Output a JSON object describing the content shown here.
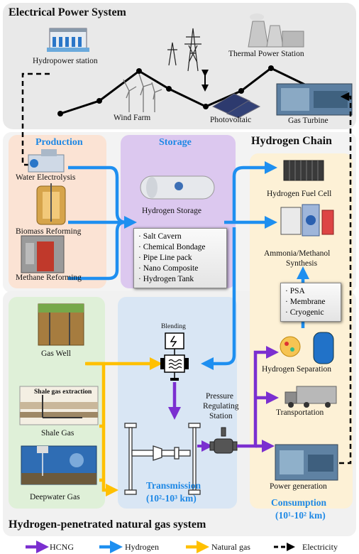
{
  "titles": {
    "power_system": "Electrical Power System",
    "hydrogen_chain": "Hydrogen Chain",
    "hpng_system": "Hydrogen-penetrated natural gas system"
  },
  "sections": {
    "production": "Production",
    "storage": "Storage",
    "transmission": "Transmission",
    "transmission_range": "(10²-10³ km)",
    "consumption": "Consumption",
    "consumption_range": "(10¹-10² km)"
  },
  "power_nodes": {
    "hydropower": "Hydropower station",
    "thermal": "Thermal Power Station",
    "wind": "Wind Farm",
    "photovoltaic": "Photovoltaic",
    "gas_turbine": "Gas Turbine"
  },
  "production": {
    "electrolysis": "Water Electrolysis",
    "biomass": "Biomass Reforming",
    "methane": "Methane Reforming"
  },
  "storage": {
    "label": "Hydrogen Storage",
    "methods": [
      "· Salt Cavern",
      "· Chemical Bondage",
      "· Pipe Line pack",
      "· Nano Composite",
      "· Hydrogen Tank"
    ]
  },
  "consumption": {
    "fuel_cell": "Hydrogen Fuel Cell",
    "ammonia_1": "Ammonia/Methanol",
    "ammonia_2": "Synthesis",
    "separation_methods": [
      "· PSA",
      "· Membrane",
      "· Cryogenic"
    ],
    "separation": "Hydrogen Separation",
    "transportation": "Transportation",
    "power_generation": "Power generation"
  },
  "gas_sources": {
    "gas_well": "Gas Well",
    "shale": "Shale Gas",
    "shale_caption": "Shale gas extraction",
    "deepwater": "Deepwater Gas"
  },
  "transmission": {
    "blending": "Blending",
    "prs_1": "Pressure",
    "prs_2": "Regulating",
    "prs_3": "Station"
  },
  "legend": {
    "hcng": "HCNG",
    "hydrogen": "Hydrogen",
    "natural_gas": "Natural gas",
    "electricity": "Electricity"
  },
  "colors": {
    "hcng": "#7b2fd0",
    "hydrogen": "#1e8ff0",
    "natural_gas": "#ffc000",
    "electricity": "#000000",
    "production_bg": "#fbe3d4",
    "storage_bg": "#dcc8ef",
    "consumption_bg": "#fdf1d6",
    "gas_source_bg": "#dff0d8",
    "transmission_bg": "#d9e6f4"
  }
}
